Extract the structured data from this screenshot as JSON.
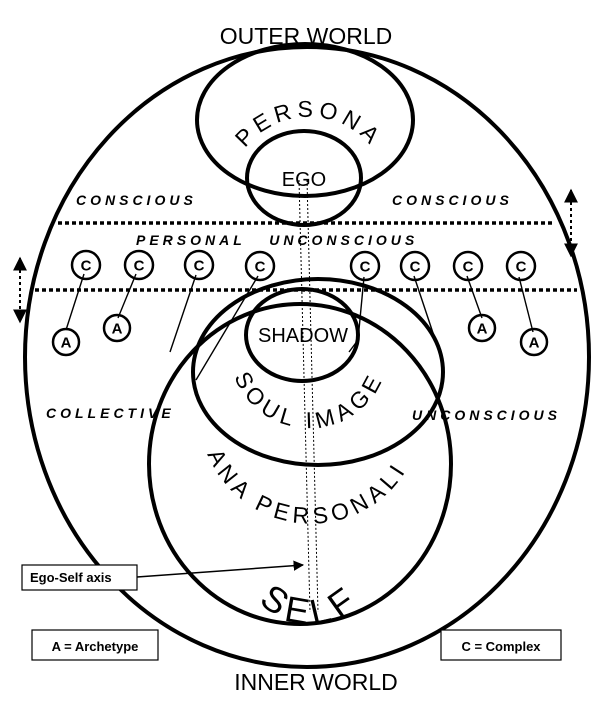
{
  "labels": {
    "outer_world": "OUTER WORLD",
    "inner_world": "INNER WORLD",
    "conscious_left": "CONSCIOUS",
    "conscious_right": "CONSCIOUS",
    "personal_unconscious": "PERSONAL   UNCONSCIOUS",
    "collective": "COLLECTIVE",
    "unconscious": "UNCONSCIOUS",
    "persona": "PERSONA",
    "ego": "EGO",
    "shadow": "SHADOW",
    "soul_image": "SOUL IMAGE",
    "mana_personality": "MANA PERSONALITY",
    "self": "SELF",
    "ego_self_axis": "Ego-Self axis"
  },
  "nodes": {
    "complex_letter": "C",
    "archetype_letter": "A"
  },
  "legend": {
    "archetype": "A = Archetype",
    "complex": "C = Complex"
  }
}
